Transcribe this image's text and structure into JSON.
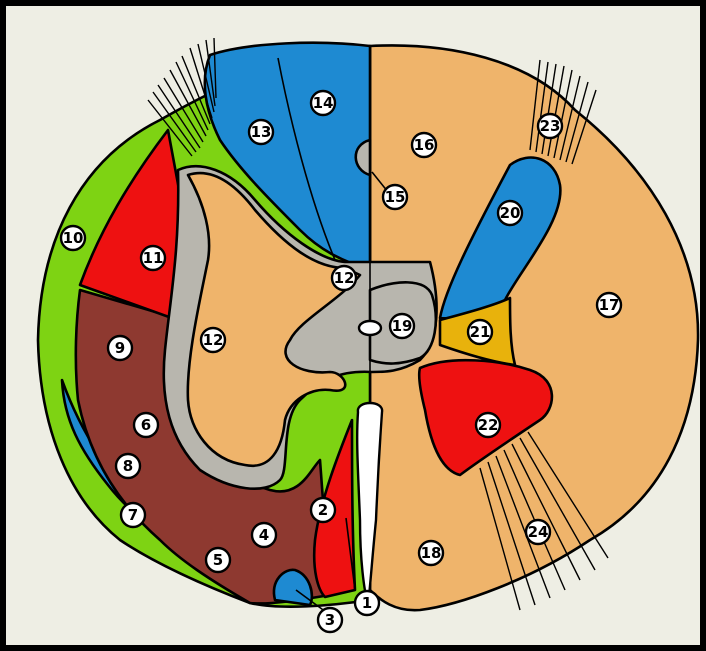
{
  "colors": {
    "background": "#eeeee4",
    "frame": "#000000",
    "green": "#7ed313",
    "red": "#ee1111",
    "brown": "#8e3930",
    "blue": "#1e8ad2",
    "tan": "#efb46b",
    "gray": "#b8b6ae",
    "yellow": "#e8b20c"
  },
  "labels": [
    "1",
    "2",
    "3",
    "4",
    "5",
    "6",
    "7",
    "8",
    "9",
    "10",
    "11",
    "12",
    "12",
    "13",
    "14",
    "15",
    "16",
    "17",
    "18",
    "19",
    "20",
    "21",
    "22",
    "23",
    "24"
  ]
}
